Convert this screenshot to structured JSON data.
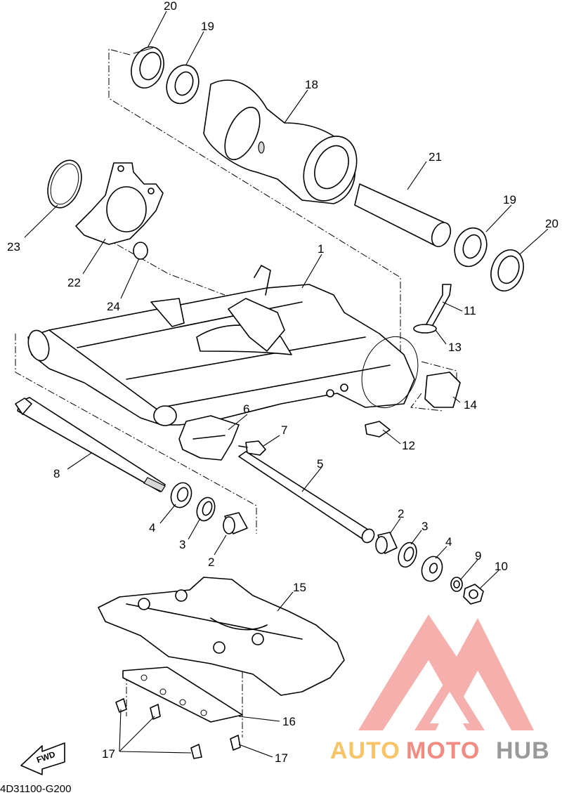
{
  "diagram": {
    "callouts": {
      "p1": "1",
      "p2a": "2",
      "p2b": "2",
      "p3a": "3",
      "p3b": "3",
      "p4a": "4",
      "p4b": "4",
      "p5": "5",
      "p6": "6",
      "p7": "7",
      "p8": "8",
      "p9": "9",
      "p10": "10",
      "p11": "11",
      "p12": "12",
      "p13": "13",
      "p14": "14",
      "p15": "15",
      "p16": "16",
      "p17a": "17",
      "p17b": "17",
      "p18": "18",
      "p19a": "19",
      "p19b": "19",
      "p20a": "20",
      "p20b": "20",
      "p21": "21",
      "p22": "22",
      "p23": "23",
      "p24": "24"
    },
    "fwd_label": "FWD",
    "reference_code": "4D31100-G200"
  },
  "watermark": {
    "text_auto": "AUTO",
    "text_moto": "MOTO",
    "text_hub": "HUB",
    "colors": {
      "auto": "#f7c46a",
      "moto": "#f28b82",
      "hub": "#9a9a9a",
      "logo": "#f4a3a0"
    }
  }
}
